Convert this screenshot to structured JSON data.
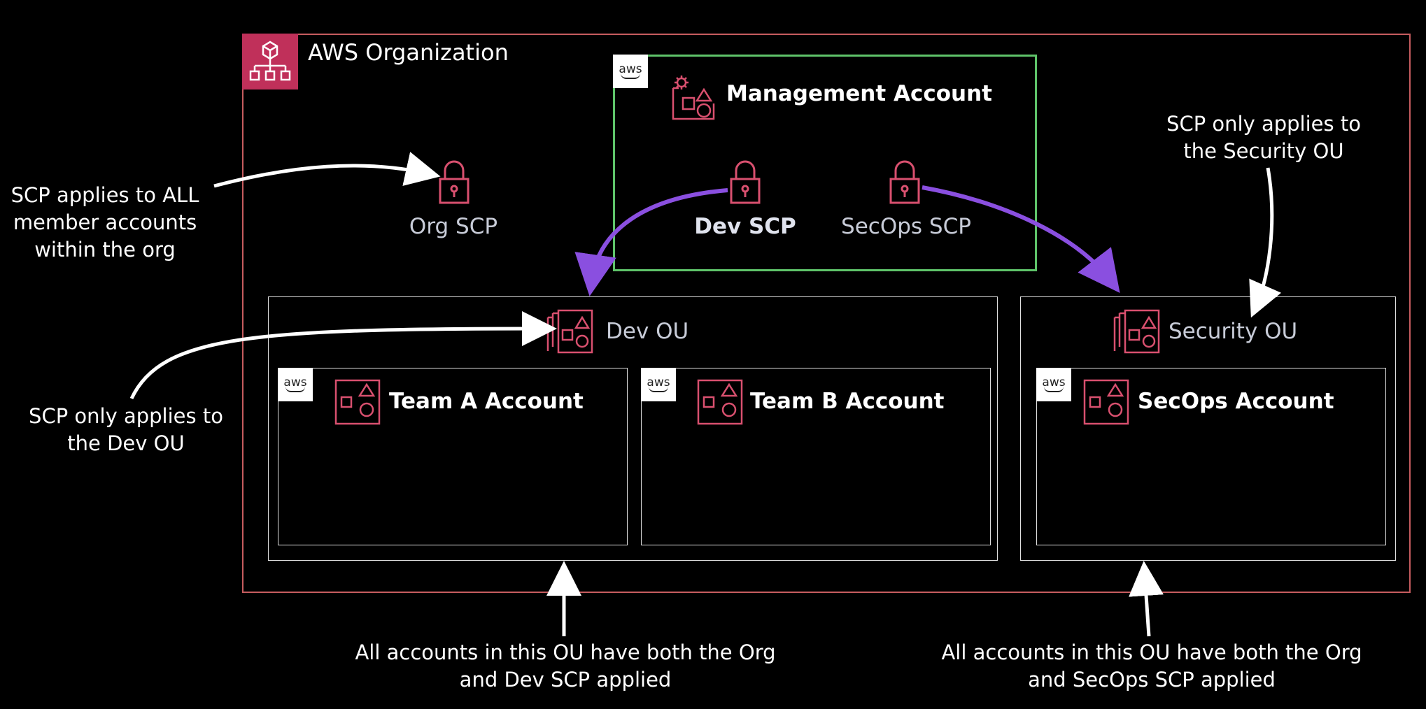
{
  "organization": {
    "title": "AWS Organization",
    "icon": "organization-icon"
  },
  "management_account": {
    "title": "Management Account",
    "aws_badge": "aws"
  },
  "policies": {
    "org_scp": "Org SCP",
    "dev_scp": "Dev SCP",
    "secops_scp": "SecOps SCP"
  },
  "ous": {
    "dev": {
      "label": "Dev OU"
    },
    "security": {
      "label": "Security OU"
    }
  },
  "accounts": {
    "team_a": {
      "title": "Team A Account",
      "aws_badge": "aws"
    },
    "team_b": {
      "title": "Team B Account",
      "aws_badge": "aws"
    },
    "secops": {
      "title": "SecOps Account",
      "aws_badge": "aws"
    }
  },
  "annotations": {
    "org_scp_note": [
      "SCP applies to ALL",
      "member accounts",
      "within the org"
    ],
    "dev_ou_note": [
      "SCP only applies to",
      "the Dev OU"
    ],
    "security_ou_note": [
      "SCP only applies to",
      "the Security OU"
    ],
    "dev_accounts_note": [
      "All accounts in this OU have both the Org",
      "and Dev SCP applied"
    ],
    "secops_accounts_note": [
      "All accounts in this OU have both the Org",
      "and SecOps SCP applied"
    ]
  },
  "colors": {
    "background": "#000000",
    "org_border": "#c65c5f",
    "org_badge": "#c0305a",
    "management_border": "#5fc46a",
    "icon_pink": "#d9506f",
    "policy_arrow": "#8a4fe0",
    "note_arrow": "#ffffff"
  }
}
